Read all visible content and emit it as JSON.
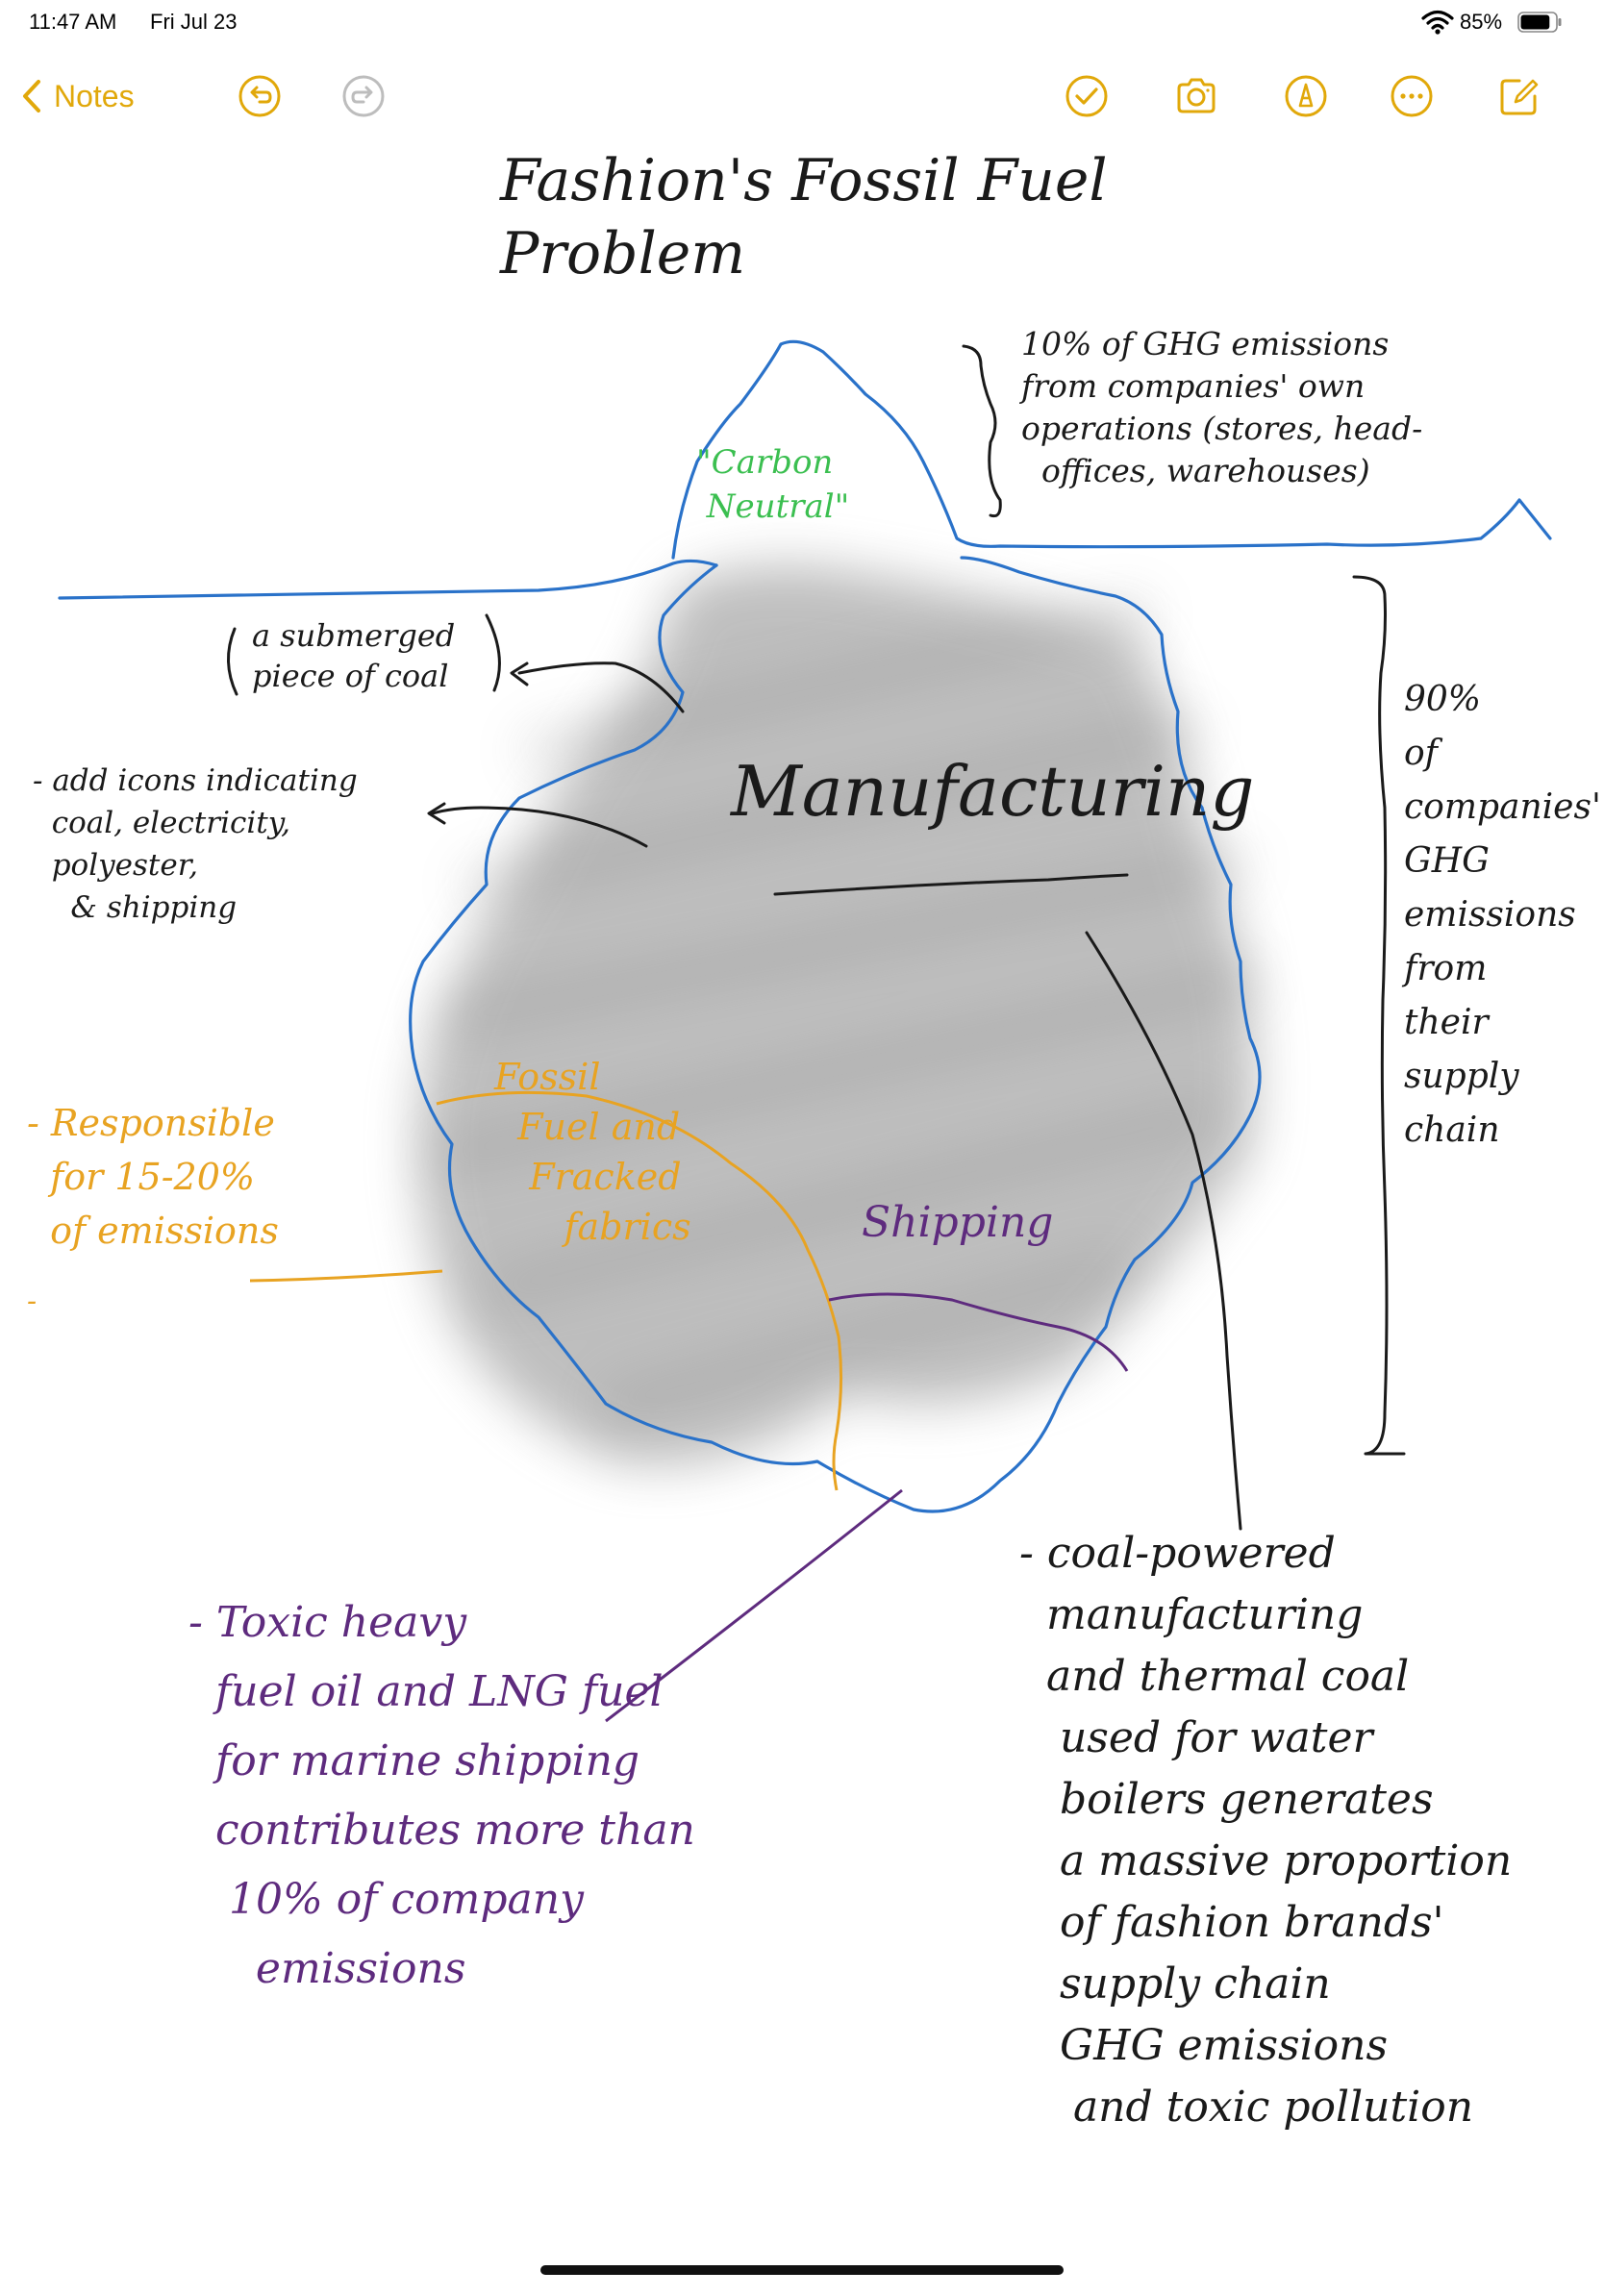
{
  "status_bar": {
    "time": "11:47 AM",
    "date": "Fri Jul 23",
    "battery_percent": "85%",
    "battery_level": 0.85,
    "wifi_icon": "wifi-icon",
    "battery_icon": "battery-icon"
  },
  "toolbar": {
    "back_label": "Notes",
    "accent_color": "#E1A80A",
    "buttons": [
      "undo-icon",
      "redo-icon",
      "checklist-icon",
      "camera-icon",
      "markup-pen-icon",
      "more-icon",
      "compose-icon"
    ]
  },
  "note": {
    "title": "Fashion's Fossil Fuel\nProblem",
    "carbon_neutral": "\"Carbon\n Neutral\"",
    "top_annotation": "10% of GHG emissions\nfrom companies' own\noperations (stores, head-\n  offices, warehouses)",
    "submerged": "a submerged\npiece of coal",
    "icons_note": "- add icons indicating\n  coal, electricity,\n  polyester,\n    & shipping",
    "manufacturing": "Manufacturing",
    "right_annotation": "90%\nof\ncompanies'\nGHG\nemissions\nfrom\ntheir\nsupply\nchain",
    "responsible": "- Responsible\n  for 15-20%\n  of emissions",
    "orange_dot": "-",
    "fossil_fabrics": "Fossil\n  Fuel and\n   Fracked\n      fabrics",
    "shipping": "Shipping",
    "shipping_note": "- Toxic heavy\n  fuel oil and LNG fuel\n  for marine shipping\n  contributes more than\n   10% of company\n     emissions",
    "coal_note": "- coal-powered\n  manufacturing\n  and thermal coal\n   used for water\n   boilers generates\n   a massive proportion\n   of fashion brands'\n   supply chain\n   GHG emissions\n    and toxic pollution"
  },
  "colors": {
    "ink_black": "#1a1a1a",
    "ink_blue": "#2A72C9",
    "ink_orange": "#E8A322",
    "ink_purple": "#5E2B7E",
    "ink_green": "#3BBF50",
    "shading_gray": "#9a9a9a"
  }
}
